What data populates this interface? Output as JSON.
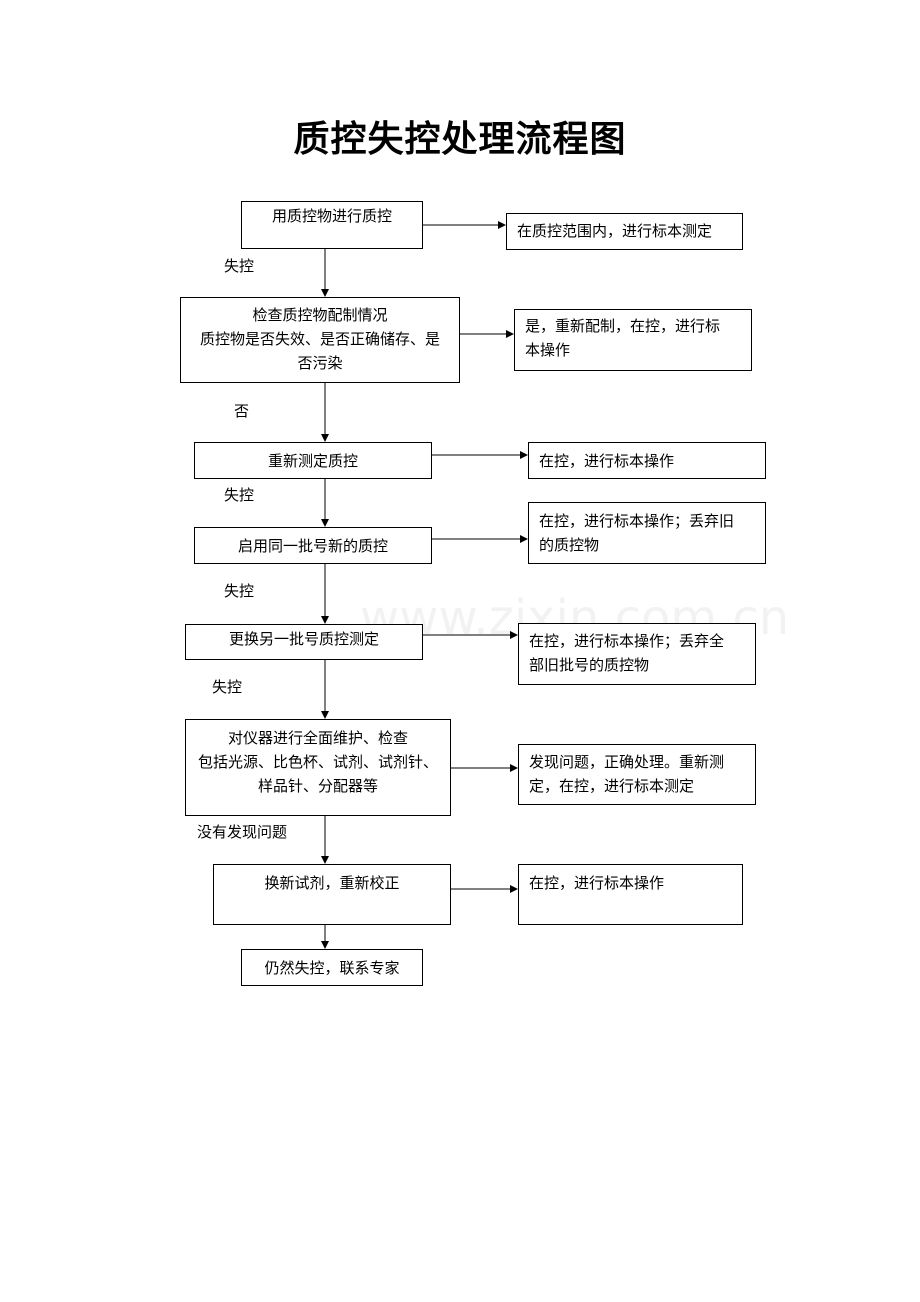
{
  "title": "质控失控处理流程图",
  "watermark": "www.zixin.com.cn",
  "main_flow": [
    {
      "id": "step1",
      "lines": [
        "用质控物进行质控"
      ]
    },
    {
      "id": "step2",
      "lines": [
        "检查质控物配制情况",
        "质控物是否失效、是否正确储存、是",
        "否污染"
      ]
    },
    {
      "id": "step3",
      "lines": [
        "重新测定质控"
      ]
    },
    {
      "id": "step4",
      "lines": [
        "启用同一批号新的质控"
      ]
    },
    {
      "id": "step5",
      "lines": [
        "更换另一批号质控测定"
      ]
    },
    {
      "id": "step6",
      "lines": [
        "对仪器进行全面维护、检查",
        "包括光源、比色杯、试剂、试剂针、",
        "样品针、分配器等"
      ]
    },
    {
      "id": "step7",
      "lines": [
        "换新试剂，重新校正"
      ]
    },
    {
      "id": "step8",
      "lines": [
        "仍然失控，联系专家"
      ]
    }
  ],
  "side_outcomes": [
    {
      "id": "out1",
      "lines": [
        "在质控范围内，进行标本测定"
      ]
    },
    {
      "id": "out2",
      "lines": [
        "是，重新配制，在控，进行标",
        "本操作"
      ]
    },
    {
      "id": "out3",
      "lines": [
        "在控，进行标本操作"
      ]
    },
    {
      "id": "out4",
      "lines": [
        "在控，进行标本操作；丢弃旧",
        "的质控物"
      ]
    },
    {
      "id": "out5",
      "lines": [
        "在控，进行标本操作；丢弃全",
        "部旧批号的质控物"
      ]
    },
    {
      "id": "out6",
      "lines": [
        "发现问题，正确处理。重新测",
        "定，在控，进行标本测定"
      ]
    },
    {
      "id": "out7",
      "lines": [
        "在控，进行标本操作"
      ]
    }
  ],
  "edge_labels": [
    {
      "id": "lbl1",
      "text": "失控"
    },
    {
      "id": "lbl2",
      "text": "否"
    },
    {
      "id": "lbl3",
      "text": "失控"
    },
    {
      "id": "lbl4",
      "text": "失控"
    },
    {
      "id": "lbl5",
      "text": "失控"
    },
    {
      "id": "lbl6",
      "text": "没有发现问题"
    }
  ]
}
